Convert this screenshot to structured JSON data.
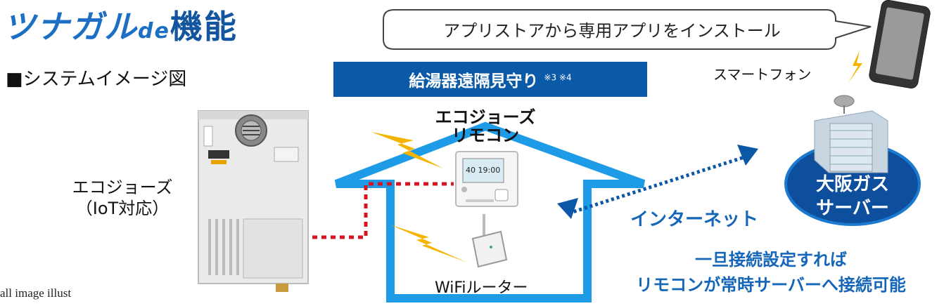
{
  "header": {
    "brand_main": "ツナガル",
    "brand_de": "de",
    "brand_kanji": "機能",
    "subtitle": "■システムイメージ図"
  },
  "bubble": {
    "text": "アプリストアから専用アプリをインストール"
  },
  "banner": {
    "text": "給湯器遠隔見守り",
    "note": "※3 ※4"
  },
  "smartphone": {
    "label": "スマートフォン"
  },
  "remote": {
    "label_line1": "エコジョーズ",
    "label_line2": "リモコン",
    "screen_text": "40 19:00"
  },
  "heater": {
    "label_line1": "エコジョーズ",
    "label_line2": "（IoT対応）"
  },
  "router": {
    "label": "WiFiルーター"
  },
  "internet": {
    "label": "インターネット"
  },
  "server": {
    "line1": "大阪ガス",
    "line2": "サーバー"
  },
  "explanation": {
    "line1": "一旦接続設定すれば",
    "line2": "リモコンが常時サーバーへ接続可能"
  },
  "caption": {
    "text": "all image illust"
  },
  "colors": {
    "house": "#1e9be6",
    "banner": "#0b5aa8",
    "bolt": "#f5b400",
    "wire": "#d8151e",
    "server_blue": "#0d4f9c"
  }
}
